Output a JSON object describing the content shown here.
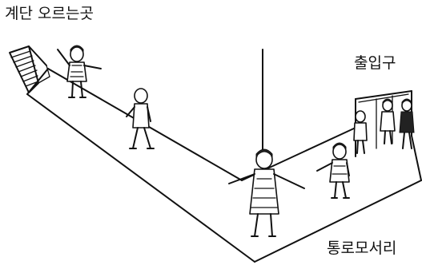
{
  "labels": {
    "stairs": "계단 오르는곳",
    "entrance": "출입구",
    "corner": "통로모서리"
  }
}
